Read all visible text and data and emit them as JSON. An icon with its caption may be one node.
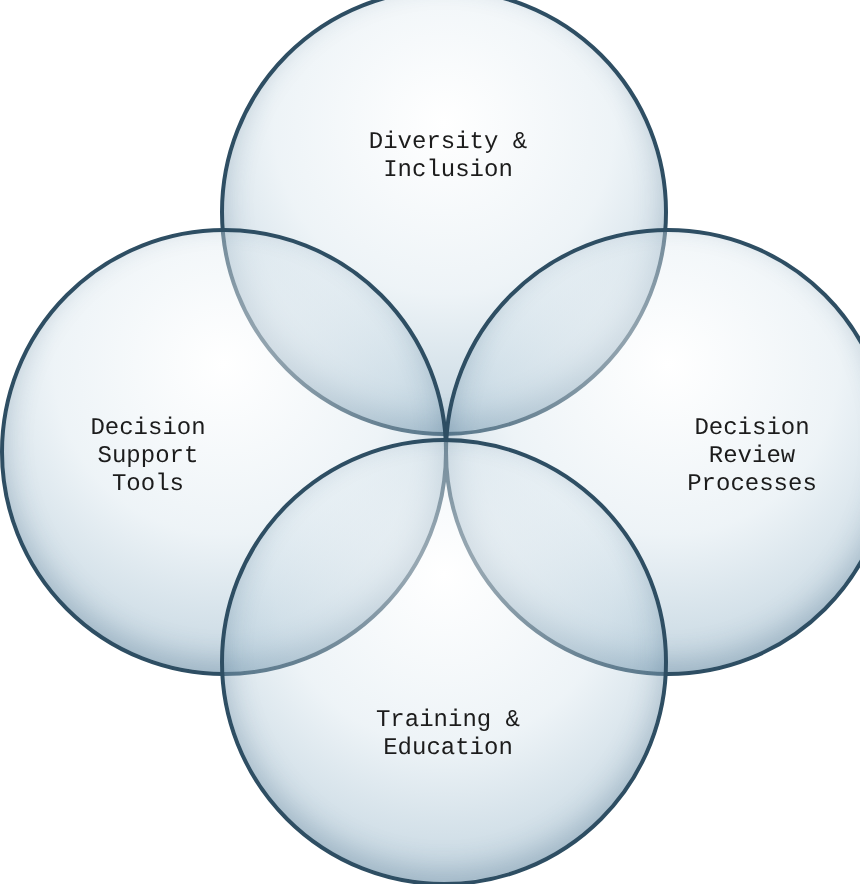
{
  "diagram": {
    "nodes": [
      {
        "text": [
          "Diversity & Inclusion"
        ]
      },
      {
        "text": [
          "Decision Support Tools"
        ]
      },
      {
        "text": [
          "Decision Review Processes"
        ]
      },
      {
        "text": [
          "Training & Education"
        ]
      }
    ]
  }
}
